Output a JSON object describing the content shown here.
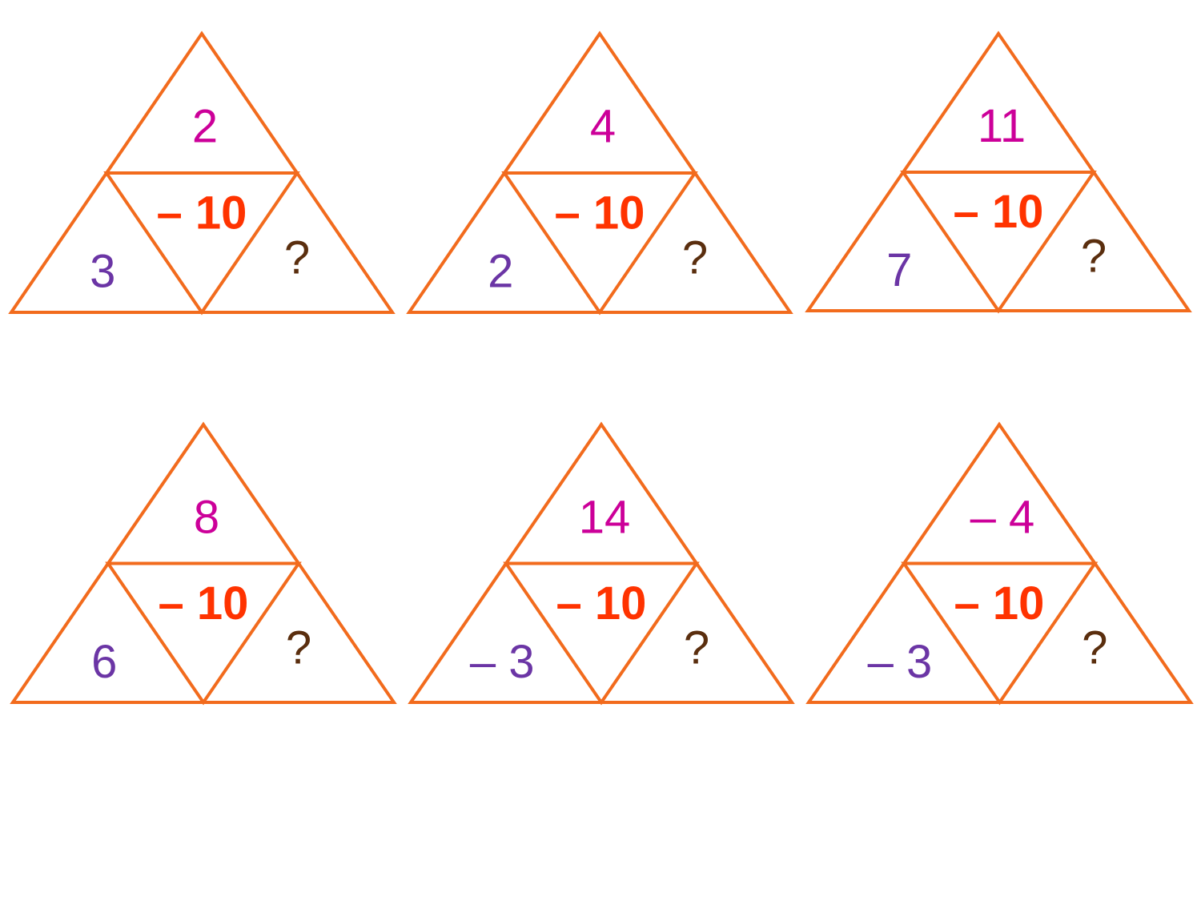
{
  "accent_colors": {
    "outline": "#f26b1d",
    "top_number": "#cc0099",
    "left_number": "#6b35a5",
    "unknown": "#5a2e0e",
    "operation": "#ff3300"
  },
  "puzzles": [
    {
      "top": "2",
      "operation": "– 10",
      "left": "3",
      "right": "?"
    },
    {
      "top": "4",
      "operation": "– 10",
      "left": "2",
      "right": "?"
    },
    {
      "top": "11",
      "operation": "– 10",
      "left": "7",
      "right": "?"
    },
    {
      "top": "8",
      "operation": "– 10",
      "left": "6",
      "right": "?"
    },
    {
      "top": "14",
      "operation": "– 10",
      "left": "– 3",
      "right": "?"
    },
    {
      "top": "– 4",
      "operation": "– 10",
      "left": "– 3",
      "right": "?"
    }
  ]
}
